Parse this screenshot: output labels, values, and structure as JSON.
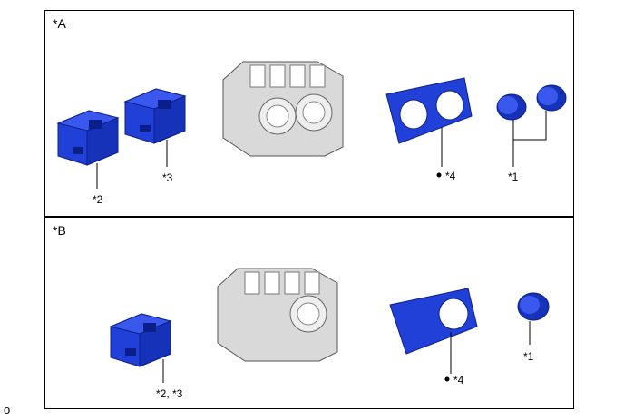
{
  "panels": [
    {
      "label": "*A",
      "callouts": {
        "c2": "*2",
        "c3": "*3",
        "c4": "*4",
        "c1": "*1"
      }
    },
    {
      "label": "*B",
      "callouts": {
        "c23": "*2, *3",
        "c4": "*4",
        "c1": "*1"
      }
    }
  ],
  "footer_code": "o",
  "colors": {
    "part_blue": "#2140d8",
    "part_blue_dark": "#0b1f8a",
    "bracket_grey": "#d9d9d9",
    "line": "#000000"
  }
}
